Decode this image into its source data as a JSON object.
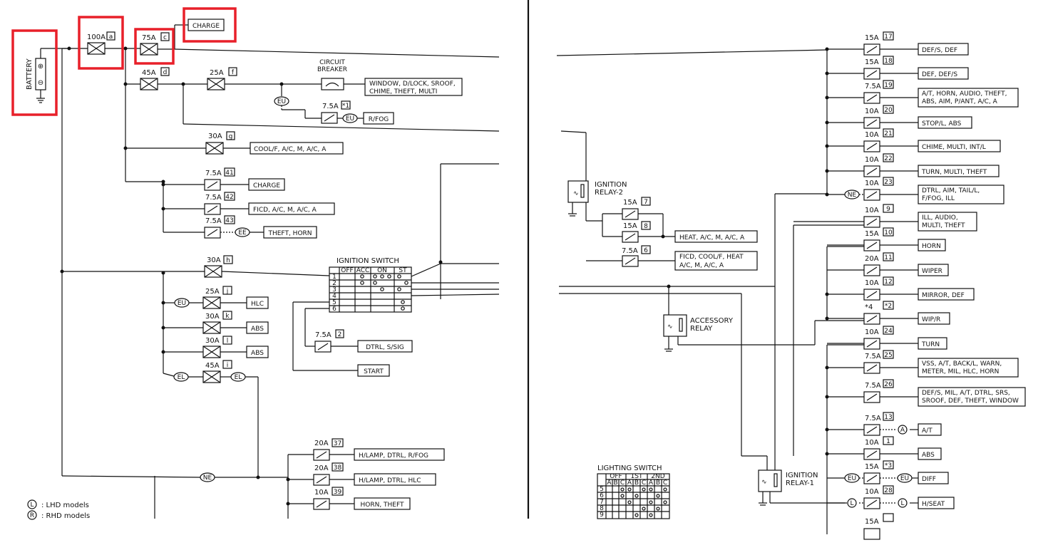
{
  "colors": {
    "highlight": "#e8202a",
    "line": "#111111",
    "background": "#ffffff"
  },
  "left": {
    "battery": "BATTERY",
    "fuse_a": {
      "amp": "100A",
      "id": "a"
    },
    "fuse_c": {
      "amp": "75A",
      "id": "c"
    },
    "charge_top": "CHARGE",
    "fuse_d": {
      "amp": "45A",
      "id": "d"
    },
    "fuse_f": {
      "amp": "25A",
      "id": "f"
    },
    "circuit_breaker": [
      "CIRCUIT",
      "BREAKER"
    ],
    "cb_loads": [
      "WINDOW, D/LOCK, SROOF,",
      "CHIME, THEFT, MULTI"
    ],
    "eu": "EU",
    "fuse_x1": {
      "amp": "7.5A",
      "id": "*1"
    },
    "rfog": "R/FOG",
    "fuse_g": {
      "amp": "30A",
      "id": "g"
    },
    "cool_load": "COOL/F, A/C, M, A/C, A",
    "fuse_41": {
      "amp": "7.5A",
      "id": "41"
    },
    "charge_41": "CHARGE",
    "fuse_42": {
      "amp": "7.5A",
      "id": "42"
    },
    "ficd_42": "FICD, A/C, M, A/C, A",
    "fuse_43": {
      "amp": "7.5A",
      "id": "43"
    },
    "ee": "EE",
    "theft_horn": "THEFT, HORN",
    "fuse_h": {
      "amp": "30A",
      "id": "h"
    },
    "ign_switch_title": "IGNITION SWITCH",
    "ign_cols": [
      "OFF",
      "ACC",
      "ON",
      "ST"
    ],
    "ign_rows": [
      "1",
      "2",
      "3",
      "4",
      "5",
      "6"
    ],
    "fuse_j": {
      "amp": "25A",
      "id": "j"
    },
    "hlc": "HLC",
    "fuse_k": {
      "amp": "30A",
      "id": "k"
    },
    "abs_k": "ABS",
    "fuse_l": {
      "amp": "30A",
      "id": "l"
    },
    "abs_l": "ABS",
    "fuse_i": {
      "amp": "45A",
      "id": "i"
    },
    "el": "EL",
    "fuse_2": {
      "amp": "7.5A",
      "id": "2"
    },
    "dtrl_ssig": "DTRL, S/SIG",
    "start": "START",
    "ne": "NE",
    "fuse_37": {
      "amp": "20A",
      "id": "37"
    },
    "load_37": "H/LAMP, DTRL, R/FOG",
    "fuse_38": {
      "amp": "20A",
      "id": "38"
    },
    "load_38": "H/LAMP, DTRL, HLC",
    "fuse_39": {
      "amp": "10A",
      "id": "39"
    },
    "load_39": "HORN, THEFT",
    "legend_l_sym": "L",
    "legend_l": ": LHD models",
    "legend_r_sym": "R",
    "legend_r": ": RHD models"
  },
  "right": {
    "ign_relay2": [
      "IGNITION",
      "RELAY-2"
    ],
    "fuse_7": {
      "amp": "15A",
      "id": "7"
    },
    "fuse_8": {
      "amp": "15A",
      "id": "8"
    },
    "heat_load": "HEAT, A/C, M, A/C, A",
    "fuse_6": {
      "amp": "7.5A",
      "id": "6"
    },
    "ficd_load": [
      "FICD, COOL/F, HEAT",
      "A/C, M, A/C, A"
    ],
    "acc_relay": [
      "ACCESSORY",
      "RELAY"
    ],
    "lighting_switch_title": "LIGHTING SWITCH",
    "ls_header1": [
      "OFF",
      "1ST",
      "2ND"
    ],
    "ls_header2": [
      "A",
      "B",
      "C",
      "A",
      "B",
      "C",
      "A",
      "B",
      "C"
    ],
    "ls_rows": [
      "5",
      "6",
      "7",
      "8",
      "9"
    ],
    "ign_relay1": [
      "IGNITION",
      "RELAY-1"
    ],
    "fuse_17": {
      "amp": "15A",
      "id": "17"
    },
    "load_17": "DEF/S, DEF",
    "fuse_18": {
      "amp": "15A",
      "id": "18"
    },
    "load_18": "DEF, DEF/S",
    "fuse_19": {
      "amp": "7.5A",
      "id": "19"
    },
    "load_19": [
      "A/T, HORN, AUDIO, THEFT,",
      "ABS, AIM, P/ANT, A/C, A"
    ],
    "fuse_20": {
      "amp": "10A",
      "id": "20"
    },
    "load_20": "STOP/L, ABS",
    "fuse_21": {
      "amp": "10A",
      "id": "21"
    },
    "load_21": "CHIME, MULTI, INT/L",
    "fuse_22": {
      "amp": "10A",
      "id": "22"
    },
    "load_22": "TURN, MULTI, THEFT",
    "fuse_23": {
      "amp": "10A",
      "id": "23"
    },
    "ne": "NE",
    "load_23": [
      "DTRL, AIM, TAIL/L,",
      "F/FOG, ILL"
    ],
    "fuse_9": {
      "amp": "10A",
      "id": "9"
    },
    "load_9": [
      "ILL, AUDIO,",
      "MULTI, THEFT"
    ],
    "fuse_10": {
      "amp": "15A",
      "id": "10"
    },
    "load_10": "HORN",
    "fuse_11": {
      "amp": "20A",
      "id": "11"
    },
    "load_11": "WIPER",
    "fuse_12": {
      "amp": "10A",
      "id": "12"
    },
    "load_12": "MIRROR, DEF",
    "fuse_x2": {
      "amp": "*4",
      "id": "*2"
    },
    "load_x2": "WIP/R",
    "fuse_24": {
      "amp": "10A",
      "id": "24"
    },
    "load_24": "TURN",
    "fuse_25": {
      "amp": "7.5A",
      "id": "25"
    },
    "load_25": [
      "VSS, A/T, BACK/L, WARN,",
      "METER, MIL, HLC, HORN"
    ],
    "fuse_26": {
      "amp": "7.5A",
      "id": "26"
    },
    "load_26": [
      "DEF/S, MIL, A/T, DTRL, SRS,",
      "SROOF, DEF, THEFT, WINDOW"
    ],
    "fuse_13": {
      "amp": "7.5A",
      "id": "13"
    },
    "a_sym": "A",
    "load_13": "A/T",
    "fuse_1": {
      "amp": "10A",
      "id": "1"
    },
    "load_1": "ABS",
    "fuse_x3": {
      "amp": "15A",
      "id": "*3"
    },
    "eu": "EU",
    "load_x3": "DIFF",
    "fuse_28": {
      "amp": "10A",
      "id": "28"
    },
    "l_sym": "L",
    "load_28": "H/SEAT",
    "fuse_last": {
      "amp": "15A"
    }
  }
}
